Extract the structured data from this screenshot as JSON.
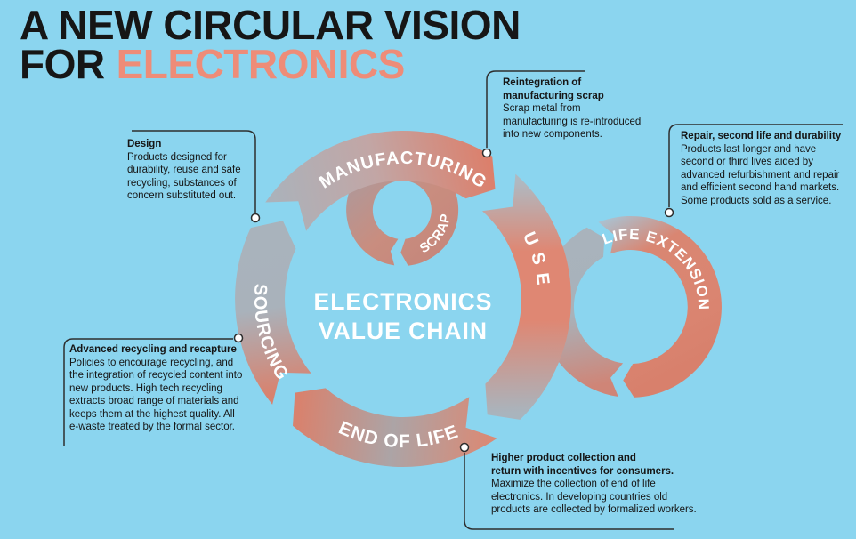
{
  "title": {
    "line1": "A NEW CIRCULAR VISION",
    "line2_prefix": "FOR",
    "line2_accent": "ELECTRONICS"
  },
  "center": {
    "line1": "ELECTRONICS",
    "line2": "VALUE CHAIN"
  },
  "rings": {
    "manufacturing": "MANUFACTURING",
    "use": "USE",
    "scrap": "SCRAP",
    "end_of_life": "END OF LIFE",
    "sourcing": "SOURCING",
    "life_extension": "LIFE EXTENSION"
  },
  "annotations": {
    "design": {
      "heading": "Design",
      "body": "Products designed for\ndurability, reuse and safe\nrecycling, substances of\nconcern substituted out."
    },
    "reintegration": {
      "heading": "Reintegration of\nmanufacturing scrap",
      "body": "Scrap metal from\nmanufacturing is re-introduced\ninto new components."
    },
    "repair": {
      "heading": "Repair, second life and durability",
      "body": "Products last longer and have\nsecond or third lives aided by\nadvanced refurbishment and repair\nand efficient second hand markets.\nSome products sold as a service."
    },
    "recycling": {
      "heading": "Advanced recycling and recapture",
      "body": "Policies to encourage recycling, and\nthe integration of recycled content into\nnew products. High tech recycling\nextracts broad range of materials and\nkeeps them at the highest quality. All\ne-waste treated by the formal sector."
    },
    "collection": {
      "heading": "Higher product collection and\nreturn with incentives for consumers.",
      "body": "Maximize the collection of end of life\nelectronics. In developing countries old\nproducts are collected by formalized workers."
    }
  },
  "colors": {
    "background": "#8BD5EF",
    "accent_salmon": "#EE8C78",
    "ring_salmon": "#DC8470",
    "ring_gray": "#A9B3BC",
    "text": "#161616",
    "ring_text": "#FFFFFF"
  }
}
